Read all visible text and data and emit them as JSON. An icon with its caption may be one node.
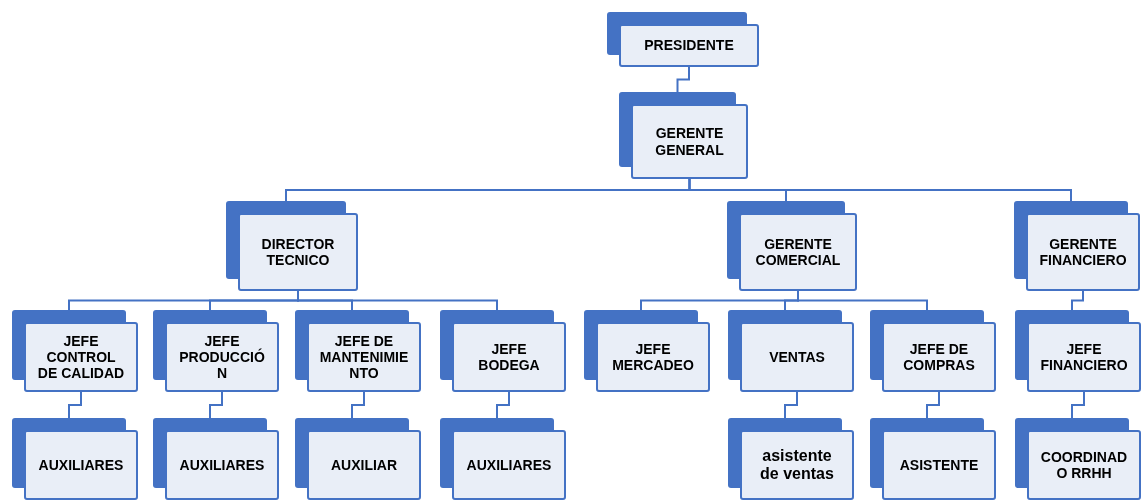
{
  "diagram": {
    "nodes": [
      {
        "text": [
          "PRESIDENTE"
        ]
      },
      {
        "text": [
          "GERENTE GENERAL"
        ]
      },
      {
        "text": [
          "DIRECTOR TECNICO"
        ]
      },
      {
        "text": [
          "GERENTE COMERCIAL"
        ]
      },
      {
        "text": [
          "GERENTE FINANCIERO"
        ]
      },
      {
        "text": [
          "JEFE CONTROL DE CALIDAD"
        ]
      },
      {
        "text": [
          "JEFE PRODUCCIÓ N"
        ]
      },
      {
        "text": [
          "JEFE DE MANTENIMIE NTO"
        ]
      },
      {
        "text": [
          "JEFE BODEGA"
        ]
      },
      {
        "text": [
          "JEFE MERCADEO"
        ]
      },
      {
        "text": [
          "VENTAS"
        ]
      },
      {
        "text": [
          "JEFE DE COMPRAS"
        ]
      },
      {
        "text": [
          "JEFE FINANCIERO"
        ]
      },
      {
        "text": [
          "AUXILIARES"
        ]
      },
      {
        "text": [
          "AUXILIARES"
        ]
      },
      {
        "text": [
          "AUXILIAR"
        ]
      },
      {
        "text": [
          "AUXILIARES"
        ]
      },
      {
        "text": [
          "asistente de ventas"
        ]
      },
      {
        "text": [
          "ASISTENTE"
        ]
      },
      {
        "text": [
          "COORDINAD O RRHH"
        ]
      }
    ],
    "edges": [
      {
        "from": 0,
        "to": 1,
        "arrow": "none"
      },
      {
        "from": 1,
        "to": 2,
        "arrow": "none"
      },
      {
        "from": 1,
        "to": 3,
        "arrow": "none"
      },
      {
        "from": 1,
        "to": 4,
        "arrow": "none"
      },
      {
        "from": 2,
        "to": 5,
        "arrow": "none"
      },
      {
        "from": 2,
        "to": 6,
        "arrow": "none"
      },
      {
        "from": 2,
        "to": 7,
        "arrow": "none"
      },
      {
        "from": 2,
        "to": 8,
        "arrow": "none"
      },
      {
        "from": 3,
        "to": 9,
        "arrow": "none"
      },
      {
        "from": 3,
        "to": 10,
        "arrow": "none"
      },
      {
        "from": 3,
        "to": 11,
        "arrow": "none"
      },
      {
        "from": 4,
        "to": 12,
        "arrow": "none"
      },
      {
        "from": 5,
        "to": 13,
        "arrow": "none"
      },
      {
        "from": 6,
        "to": 14,
        "arrow": "none"
      },
      {
        "from": 7,
        "to": 15,
        "arrow": "none"
      },
      {
        "from": 8,
        "to": 16,
        "arrow": "none"
      },
      {
        "from": 10,
        "to": 17,
        "arrow": "none"
      },
      {
        "from": 11,
        "to": 18,
        "arrow": "none"
      },
      {
        "from": 12,
        "to": 19,
        "arrow": "none"
      }
    ]
  }
}
